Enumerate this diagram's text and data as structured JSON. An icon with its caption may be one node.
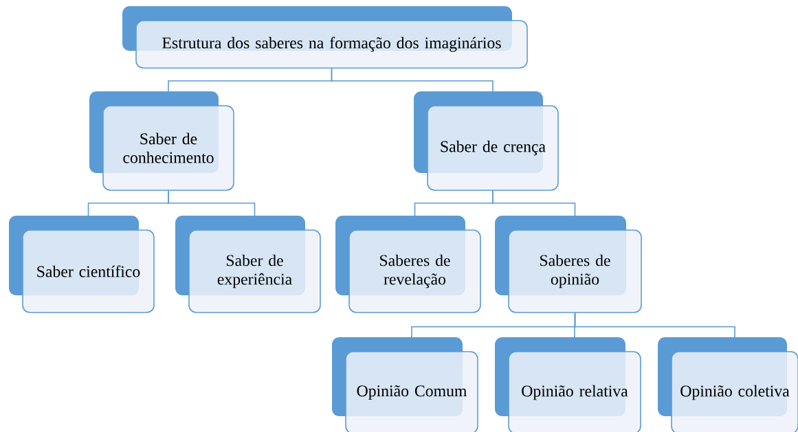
{
  "diagram": {
    "nodes": [
      {
        "text": [
          "Estrutura dos saberes na formação dos imaginários"
        ]
      },
      {
        "text": [
          "Saber de conhecimento"
        ]
      },
      {
        "text": [
          "Saber de crença"
        ]
      },
      {
        "text": [
          "Saber científico"
        ]
      },
      {
        "text": [
          "Saber de experiência"
        ]
      },
      {
        "text": [
          "Saberes de revelação"
        ]
      },
      {
        "text": [
          "Saberes de opinião"
        ]
      },
      {
        "text": [
          "Opinião Comum"
        ]
      },
      {
        "text": [
          "Opinião relativa"
        ]
      },
      {
        "text": [
          "Opinião coletiva"
        ]
      }
    ],
    "edges": [
      {
        "from": 0,
        "to": 1,
        "arrow": "none"
      },
      {
        "from": 0,
        "to": 2,
        "arrow": "none"
      },
      {
        "from": 1,
        "to": 3,
        "arrow": "none"
      },
      {
        "from": 1,
        "to": 4,
        "arrow": "none"
      },
      {
        "from": 2,
        "to": 5,
        "arrow": "none"
      },
      {
        "from": 2,
        "to": 6,
        "arrow": "none"
      },
      {
        "from": 6,
        "to": 7,
        "arrow": "none"
      },
      {
        "from": 6,
        "to": 8,
        "arrow": "none"
      },
      {
        "from": 6,
        "to": 9,
        "arrow": "none"
      }
    ]
  }
}
